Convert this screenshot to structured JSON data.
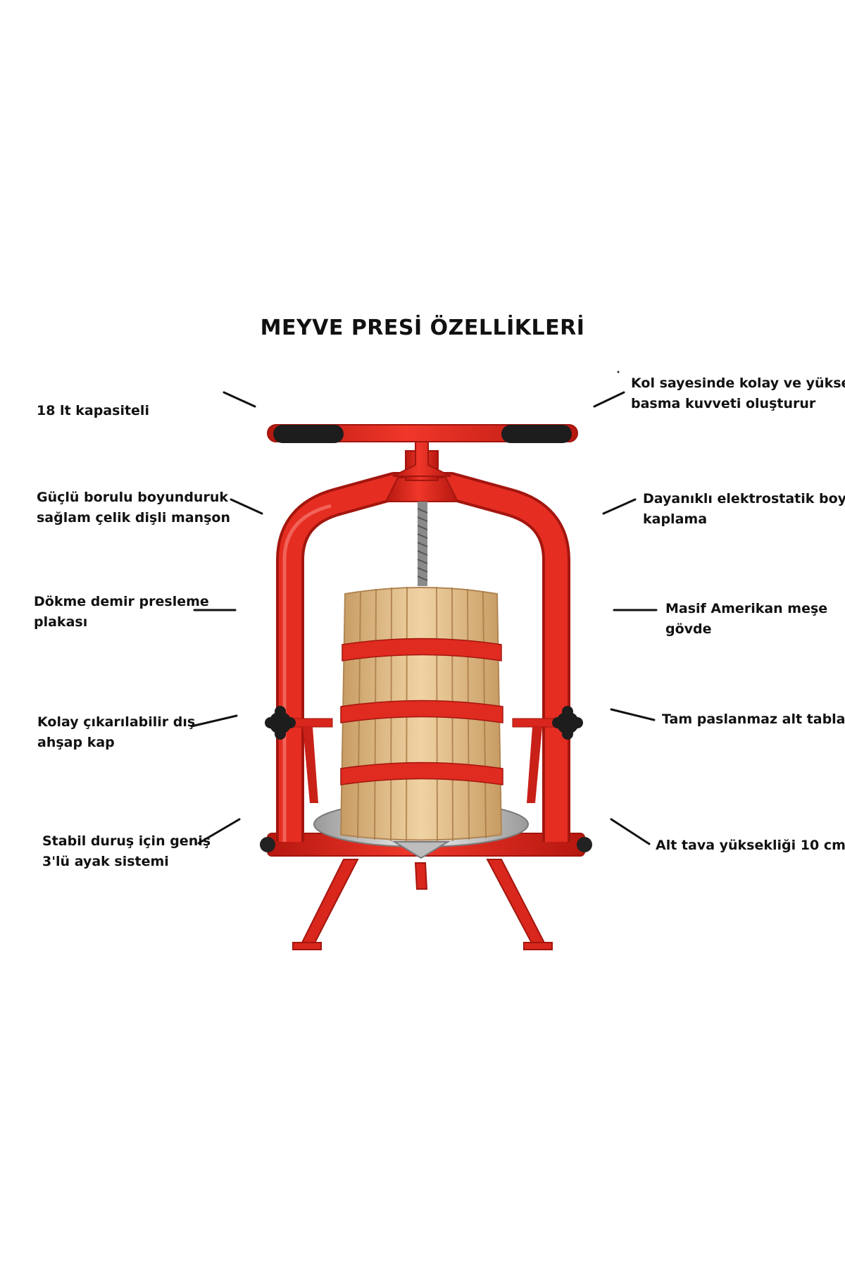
{
  "title": "MEYVE PRESİ ÖZELLİKLERİ",
  "features_left": [
    {
      "lines": [
        "18 lt kapasiteli"
      ]
    },
    {
      "lines": [
        "Güçlü borulu boyunduruk",
        "sağlam çelik dişli manşon"
      ]
    },
    {
      "lines": [
        "Dökme demir presleme",
        "plakası"
      ]
    },
    {
      "lines": [
        "Kolay çıkarılabilir dış",
        "ahşap kap"
      ]
    },
    {
      "lines": [
        "Stabil duruş için geniş",
        "3'lü ayak sistemi"
      ]
    }
  ],
  "features_right": [
    {
      "lines": [
        "Kol sayesinde kolay ve yüksek",
        "basma kuvveti oluşturur"
      ]
    },
    {
      "lines": [
        "Dayanıklı elektrostatik boya",
        "kaplama"
      ]
    },
    {
      "lines": [
        "Masif Amerikan meşe",
        "gövde"
      ]
    },
    {
      "lines": [
        "Tam paslanmaz alt tabla"
      ]
    },
    {
      "lines": [
        "Alt tava yüksekliği 10 cm"
      ]
    }
  ],
  "colors": {
    "frame_red": "#e02b20",
    "wood": "#e8c99a",
    "handle_grip": "#1d1d1d",
    "steel_tray": "#c9c9c9",
    "text": "#111111"
  },
  "icons": [
    "fruit-press-illustration"
  ]
}
